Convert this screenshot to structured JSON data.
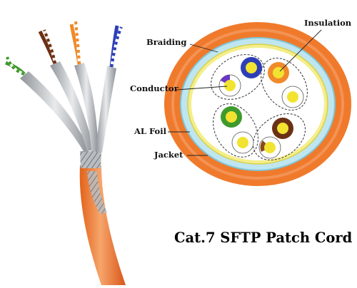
{
  "title": "Cat.7 SFTP Patch Cord",
  "labels": {
    "braiding": "Braiding",
    "insulation": "Insulation",
    "conductor": "Conductor",
    "al_foil": "AL Foil",
    "jacket": "Jacket"
  },
  "colors": {
    "jacket": "#f07a2c",
    "jacket_light": "#f6a873",
    "braiding": "#c9e9f1",
    "foil": "#f4ee8a",
    "copper": "#f2e330",
    "blue_pair": "#2c3fb6",
    "orange_pair": "#f08a2a",
    "green_pair": "#3f9a2c",
    "brown_pair": "#6b3014",
    "wire_white": "#ffffff",
    "shield_silver": "#b8bcc0"
  }
}
